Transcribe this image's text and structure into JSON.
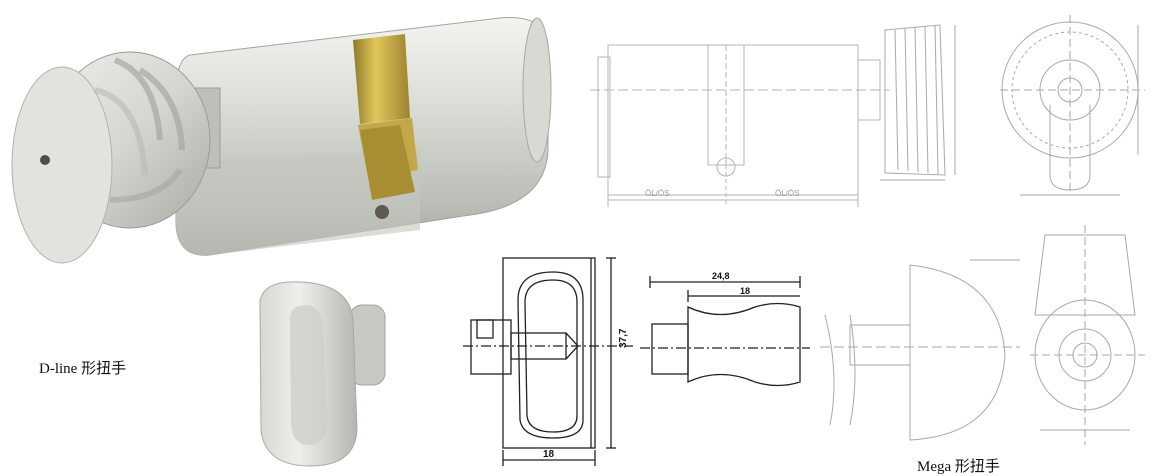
{
  "captions": {
    "dline": "D-line 形扭手",
    "mega": "Mega 形扭手"
  },
  "dimensions": {
    "height_main": "37,7",
    "width_main": "18",
    "length_side": "24,8",
    "length_inner": "18"
  },
  "drawing_labels": {
    "top_left_dim": "ÖL/ÖS",
    "top_right_dim": "ÖL/ÖS"
  },
  "colors": {
    "metal_light": "#e6e7e2",
    "metal_mid": "#c9cbc5",
    "metal_dark": "#8e918a",
    "brass": "#c9a93a",
    "line": "#333333",
    "faint_line": "#b5b5b5"
  }
}
